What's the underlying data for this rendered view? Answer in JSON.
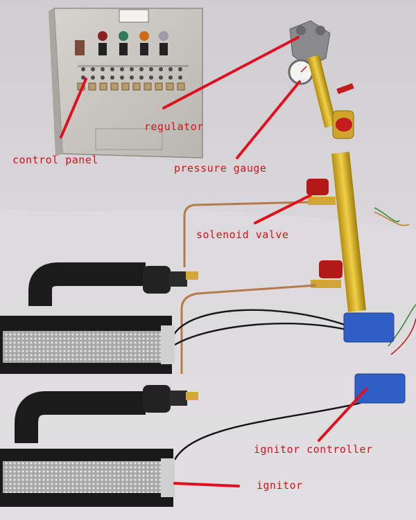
{
  "labels": {
    "regulator": "regulator",
    "control_panel": "control panel",
    "pressure_gauge": "pressure gauge",
    "solenoid_valve": "solenoid valve",
    "ignitor_controller": "ignitor controller",
    "ignitor": "ignitor"
  },
  "colors": {
    "label": "#d8101c",
    "pointer": "#e01020",
    "backdrop": "#d9d7d8",
    "cabinet": "#c9c6c1",
    "brass_pipe": "#d7b12a",
    "controller_box": "#2f5fc4",
    "burner_body": "#1b1b1b"
  }
}
